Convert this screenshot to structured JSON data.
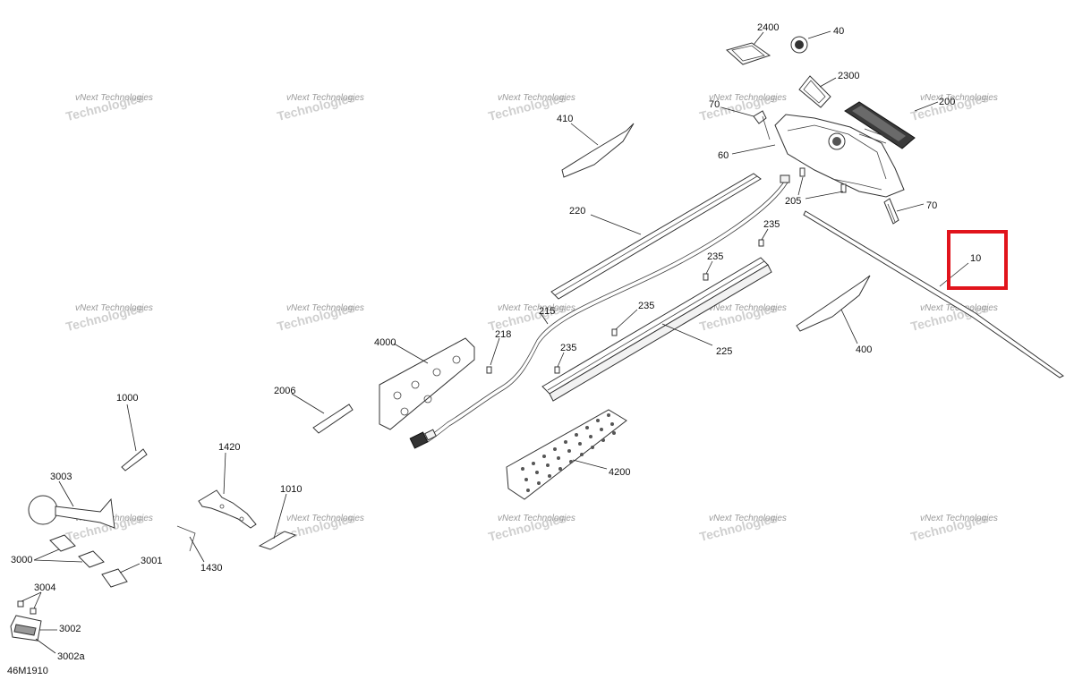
{
  "diagram": {
    "code": "46M1910",
    "watermark_line1": "vNext",
    "watermark_line2": "Technologies",
    "watermark_line3": "vNext Technologies",
    "highlight_color": "#e1141c",
    "highlighted_label": "10",
    "labels": {
      "p2400": "2400",
      "p40": "40",
      "p2300": "2300",
      "p200": "200",
      "p70a": "70",
      "p60": "60",
      "p410": "410",
      "p205": "205",
      "p70b": "70",
      "p220": "220",
      "p235a": "235",
      "p235b": "235",
      "p235c": "235",
      "p235d": "235",
      "p10": "10",
      "p215": "215",
      "p218": "218",
      "p225": "225",
      "p400": "400",
      "p4000": "4000",
      "p2006": "2006",
      "p1000": "1000",
      "p1420": "1420",
      "p4200": "4200",
      "p3003": "3003",
      "p1010": "1010",
      "p3000": "3000",
      "p3001": "3001",
      "p1430": "1430",
      "p3004": "3004",
      "p3002": "3002",
      "p3002a": "3002a"
    }
  }
}
